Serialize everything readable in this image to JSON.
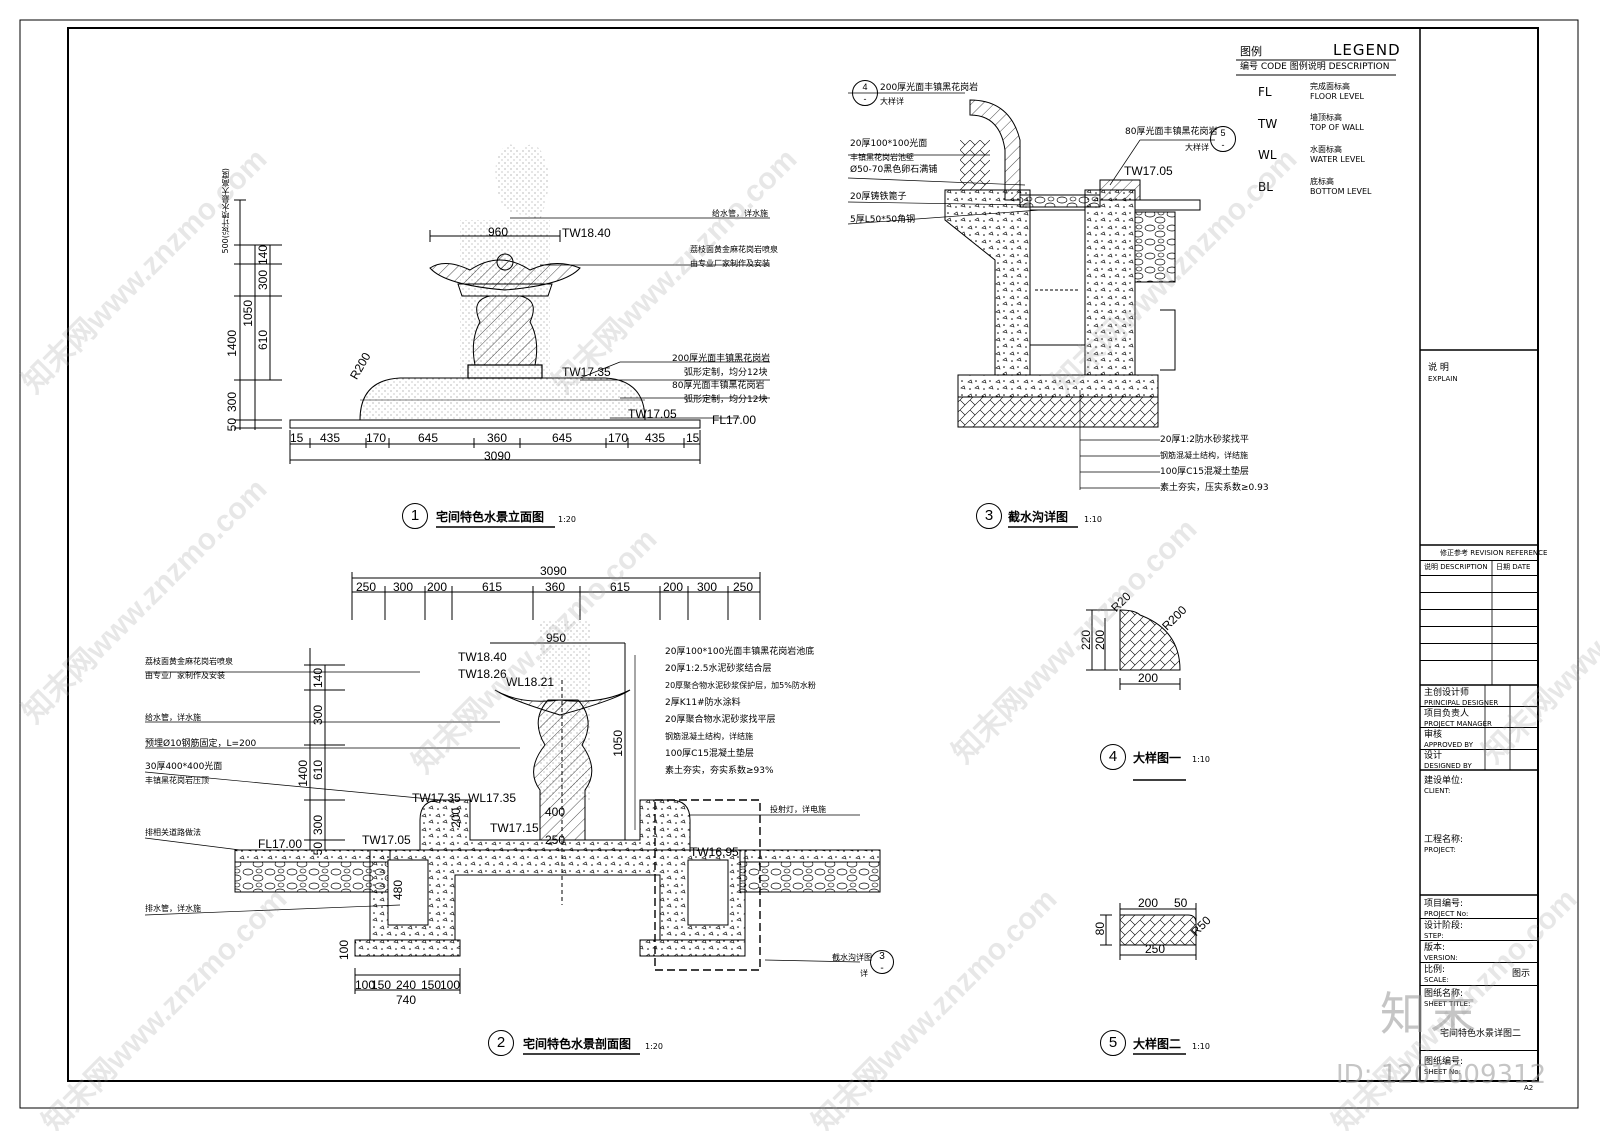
{
  "legend": {
    "title_cn": "图例",
    "title_en": "LEGEND",
    "header": "编号 CODE 图例说明 DESCRIPTION",
    "items": [
      {
        "code": "FL",
        "cn": "完成面标高",
        "en": "FLOOR LEVEL"
      },
      {
        "code": "TW",
        "cn": "墙顶标高",
        "en": "TOP OF WALL"
      },
      {
        "code": "WL",
        "cn": "水面标高",
        "en": "WATER LEVEL"
      },
      {
        "code": "BL",
        "cn": "底标高",
        "en": "BOTTOM LEVEL"
      }
    ]
  },
  "title_block": {
    "explain_cn": "说  明",
    "explain_en": "EXPLAIN",
    "revision_title": "修正参考 REVISION REFERENCE",
    "revision_desc": "说明 DESCRIPTION",
    "revision_date": "日期 DATE",
    "principal_cn": "主创设计师",
    "principal_en": "PRINCIPAL DESIGNER",
    "manager_cn": "项目负责人",
    "manager_en": "PROJECT MANAGER",
    "approved_cn": "审核",
    "approved_en": "APPROVED BY",
    "designed_cn": "设计",
    "designed_en": "DESIGNED BY",
    "client_cn": "建设单位:",
    "client_en": "CLIENT:",
    "project_cn": "工程名称:",
    "project_en": "PROJECT:",
    "project_no_cn": "项目编号:",
    "project_no_en": "PROJECT No:",
    "step_cn": "设计阶段:",
    "step_en": "STEP:",
    "version_cn": "版本:",
    "version_en": "VERSION:",
    "scale_cn": "比例:",
    "scale_en": "SCALE:",
    "scale_value": "图示",
    "sheet_title_cn": "图纸名称:",
    "sheet_title_en": "SHEET TITLE:",
    "sheet_title_value": "宅间特色水景详图二",
    "sheet_no_cn": "图纸编号:",
    "sheet_no_en": "SHEET No:",
    "paper_size": "A2"
  },
  "drawing1": {
    "number": "1",
    "title": "宅间特色水景立面图",
    "scale": "1:20",
    "labels": {
      "tw1840": "TW18.40",
      "tw1735": "TW17.35",
      "tw1705": "TW17.05",
      "fl1700": "FL17.00",
      "r200": "R200",
      "d960": "960",
      "note1": "给水管，详水施",
      "note2": "荔枝面黄金麻花岗岩喷泉",
      "note3": "由专业厂家制作及安装",
      "note4": "200厚光面丰镇黑花岗岩",
      "note5": "弧形定制，均分12块",
      "note6": "80厚光面丰镇黑花岗岩",
      "note7": "弧形定制，均分12块",
      "vdim_note": "500(设计喷水最大高度)",
      "vdims": [
        "140",
        "300",
        "610",
        "1050",
        "1400",
        "300",
        "50"
      ],
      "hdims": [
        "15",
        "435",
        "170",
        "645",
        "360",
        "645",
        "170",
        "435",
        "15"
      ],
      "total": "3090"
    }
  },
  "drawing2": {
    "number": "2",
    "title": "宅间特色水景剖面图",
    "scale": "1:20",
    "labels": {
      "total": "3090",
      "hdims": [
        "250",
        "300",
        "200",
        "615",
        "360",
        "615",
        "200",
        "300",
        "250"
      ],
      "d950": "950",
      "tw1840": "TW18.40",
      "tw1826": "TW18.26",
      "wl1821": "WL18.21",
      "tw1735": "TW17.35",
      "wl1735": "WL17.35",
      "tw1715": "TW17.15",
      "tw1705": "TW17.05",
      "tw1695": "TW16.95",
      "fl1700": "FL17.00",
      "left_notes": [
        "荔枝面黄金麻花岗岩喷泉",
        "由专业厂家制作及安装",
        "给水管，详水施",
        "预埋Ø10钢筋固定，L=200",
        "30厚400*400光面",
        "丰镇黑花岗岩压顶",
        "排相关道路做法",
        "排水管，详水施"
      ],
      "right_notes": [
        "20厚100*100光面丰镇黑花岗岩池底",
        "20厚1:2.5水泥砂浆结合层",
        "20厚聚合物水泥砂浆保护层，加5%防水粉",
        "2厚K11#防水涂料",
        "20厚聚合物水泥砂浆找平层",
        "钢筋混凝土结构，详结施",
        "100厚C15混凝土垫层",
        "素土夯实，夯实系数≥93%"
      ],
      "lamp_note": "投射灯，详电施",
      "vdims": [
        "140",
        "300",
        "610",
        "1400",
        "300",
        "50",
        "1050",
        "200",
        "480",
        "100",
        "400",
        "250"
      ],
      "bottom_dims": [
        "100",
        "150",
        "240",
        "150",
        "100"
      ],
      "bottom_total": "740",
      "ref_note": "截水沟详图",
      "ref_num": "3",
      "ref_sub": "详",
      "ref_sheet": "-"
    }
  },
  "drawing3": {
    "number": "3",
    "title": "截水沟详图",
    "scale": "1:10",
    "labels": {
      "ref4_num": "4",
      "ref4_sheet": "-",
      "ref4_note": "200厚光面丰镇黑花岗岩",
      "ref4_sub": "大样详",
      "ref5_num": "5",
      "ref5_sheet": "-",
      "ref5_note": "80厚光面丰镇黑花岗岩",
      "ref5_sub": "大样详",
      "tw1705": "TW17.05",
      "left_notes": [
        "20厚100*100光面",
        "丰镇黑花岗岩池壁",
        "Ø50-70黑色卵石满铺",
        "20厚铸铁篦子",
        "5厚L50*50角钢"
      ],
      "bottom_notes": [
        "20厚1:2防水砂浆找平",
        "钢筋混凝土结构，详结施",
        "100厚C15混凝土垫层",
        "素土夯实，压实系数≥0.93"
      ]
    }
  },
  "drawing4": {
    "number": "4",
    "title": "大样图一",
    "scale": "1:10",
    "labels": {
      "r20": "R20",
      "r200": "R200",
      "d220": "220",
      "d200v": "200",
      "d200h": "200"
    }
  },
  "drawing5": {
    "number": "5",
    "title": "大样图二",
    "scale": "1:10",
    "labels": {
      "d200": "200",
      "d50": "50",
      "r50": "R50",
      "d80": "80",
      "d250": "250"
    }
  },
  "watermark": {
    "text": "知末网www.znzmo.com",
    "brand": "知末",
    "id": "ID: 1201609312"
  }
}
